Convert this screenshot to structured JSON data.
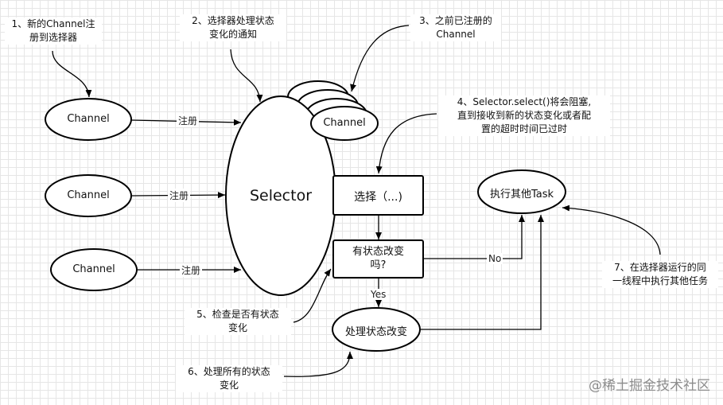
{
  "notes": {
    "n1": [
      "1、新的Channel注",
      "册到选择器"
    ],
    "n2": [
      "2、选择器处理状态",
      "变化的通知"
    ],
    "n3": [
      "3、之前已注册的",
      "Channel"
    ],
    "n4": [
      "4、Selector.select()将会阻塞,",
      "直到接收到新的状态变化或者配",
      "置的超时时间已过时"
    ],
    "n5": [
      "5、检查是否有状态",
      "变化"
    ],
    "n6": [
      "6、处理所有的状态",
      "变化"
    ],
    "n7": [
      "7、在选择器运行的同",
      "一线程中执行其他任务"
    ]
  },
  "nodes": {
    "channel_1": "Channel",
    "channel_2": "Channel",
    "channel_3": "Channel",
    "channel_stack_front": "Channel",
    "selector": "Selector",
    "select_box": "选择（...)",
    "changed_box": [
      "有状态改变",
      "吗?"
    ],
    "handle_changes": "处理状态改变",
    "other_task": "执行其他Task"
  },
  "edges": {
    "register_1": "注册",
    "register_2": "注册",
    "register_3": "注册",
    "no": "No",
    "yes": "Yes"
  },
  "watermark": "@稀土掘金技术社区"
}
